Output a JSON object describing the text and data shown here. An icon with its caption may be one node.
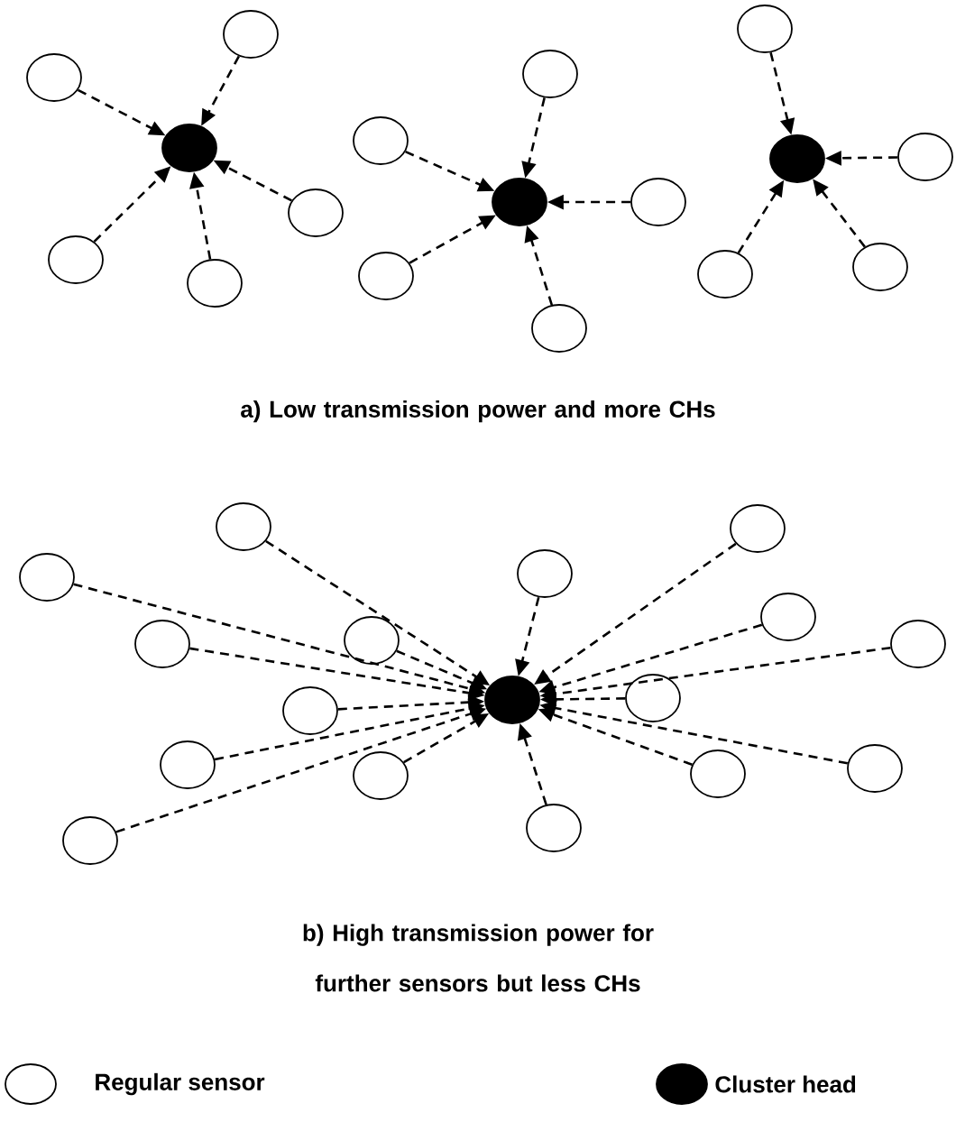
{
  "diagram": {
    "nodes": [
      {
        "text": [],
        "shape": "circle"
      },
      {
        "text": [],
        "shape": "circle"
      },
      {
        "text": [],
        "shape": "circle"
      },
      {
        "text": [],
        "shape": "circle"
      },
      {
        "text": [],
        "shape": "circle"
      },
      {
        "text": [],
        "shape": "circle"
      },
      {
        "text": [],
        "shape": "circle"
      },
      {
        "text": [],
        "shape": "circle"
      },
      {
        "text": [],
        "shape": "circle"
      },
      {
        "text": [],
        "shape": "circle"
      },
      {
        "text": [],
        "shape": "circle"
      },
      {
        "text": [],
        "shape": "circle"
      },
      {
        "text": [],
        "shape": "circle"
      },
      {
        "text": [],
        "shape": "circle"
      },
      {
        "text": [],
        "shape": "circle"
      },
      {
        "text": [],
        "shape": "circle"
      },
      {
        "text": [],
        "shape": "circle"
      },
      {
        "text": [],
        "shape": "circle"
      },
      {
        "text": [],
        "shape": "circle"
      },
      {
        "text": [],
        "shape": "circle"
      },
      {
        "text": [],
        "shape": "circle"
      },
      {
        "text": [],
        "shape": "circle"
      },
      {
        "text": [],
        "shape": "circle"
      },
      {
        "text": [],
        "shape": "circle"
      },
      {
        "text": [],
        "shape": "circle"
      },
      {
        "text": [],
        "shape": "circle"
      },
      {
        "text": [],
        "shape": "circle"
      },
      {
        "text": [],
        "shape": "circle"
      },
      {
        "text": [],
        "shape": "circle"
      },
      {
        "text": [],
        "shape": "circle"
      },
      {
        "text": [],
        "shape": "circle"
      },
      {
        "text": [],
        "shape": "circle"
      },
      {
        "text": [],
        "shape": "circle"
      },
      {
        "text": [],
        "shape": "circle"
      }
    ],
    "edges": [
      {
        "from": 1,
        "to": 0,
        "arrow": "to"
      },
      {
        "from": 2,
        "to": 0,
        "arrow": "to"
      },
      {
        "from": 3,
        "to": 0,
        "arrow": "to"
      },
      {
        "from": 4,
        "to": 0,
        "arrow": "to"
      },
      {
        "from": 5,
        "to": 0,
        "arrow": "to"
      },
      {
        "from": 7,
        "to": 6,
        "arrow": "to"
      },
      {
        "from": 8,
        "to": 6,
        "arrow": "to"
      },
      {
        "from": 9,
        "to": 6,
        "arrow": "to"
      },
      {
        "from": 10,
        "to": 6,
        "arrow": "to"
      },
      {
        "from": 11,
        "to": 6,
        "arrow": "to"
      },
      {
        "from": 13,
        "to": 12,
        "arrow": "to"
      },
      {
        "from": 14,
        "to": 12,
        "arrow": "to"
      },
      {
        "from": 15,
        "to": 12,
        "arrow": "to"
      },
      {
        "from": 16,
        "to": 12,
        "arrow": "to"
      },
      {
        "from": 18,
        "to": 17,
        "arrow": "to"
      },
      {
        "from": 19,
        "to": 17,
        "arrow": "to"
      },
      {
        "from": 20,
        "to": 17,
        "arrow": "to"
      },
      {
        "from": 21,
        "to": 17,
        "arrow": "to"
      },
      {
        "from": 22,
        "to": 17,
        "arrow": "to"
      },
      {
        "from": 23,
        "to": 17,
        "arrow": "to"
      },
      {
        "from": 24,
        "to": 17,
        "arrow": "to"
      },
      {
        "from": 25,
        "to": 17,
        "arrow": "to"
      },
      {
        "from": 26,
        "to": 17,
        "arrow": "to"
      },
      {
        "from": 27,
        "to": 17,
        "arrow": "to"
      },
      {
        "from": 28,
        "to": 17,
        "arrow": "to"
      },
      {
        "from": 29,
        "to": 17,
        "arrow": "to"
      },
      {
        "from": 30,
        "to": 17,
        "arrow": "to"
      },
      {
        "from": 31,
        "to": 17,
        "arrow": "to"
      },
      {
        "from": 32,
        "to": 17,
        "arrow": "to"
      },
      {
        "from": 33,
        "to": 17,
        "arrow": "to"
      }
    ],
    "labels": [
      "a) Low transmission power and more CHs",
      "b) High transmission power for further sensors but less CHs"
    ],
    "legend": [
      {
        "text": "Regular sensor"
      },
      {
        "text": "Cluster head",
        "color": "#000000"
      }
    ]
  }
}
